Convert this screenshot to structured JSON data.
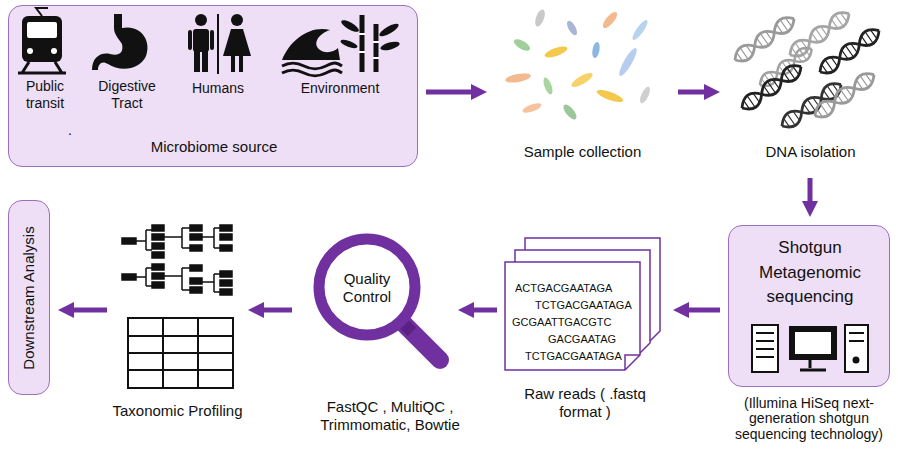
{
  "diagram": {
    "nodes": [
      {
        "text": [
          "Microbiome source"
        ]
      },
      {
        "text": [
          "Sample collection"
        ]
      },
      {
        "text": [
          "DNA isolation"
        ]
      },
      {
        "text": [
          "Shotgun Metagenomic sequencing",
          "(Illumina HiSeq next-generation shotgun sequencing technology)"
        ]
      },
      {
        "text": [
          "ACTGACGAATAGA",
          "TCTGACGAATAGA",
          "GCGAATTGACGTC",
          "GACGAATAG",
          "TCTGACGAATAGA",
          "Raw reads ( .fastq format )"
        ]
      },
      {
        "text": [
          "Quality Control",
          "FastQC , MultiQC , Trimmomatic, Bowtie"
        ]
      },
      {
        "text": [
          "Taxonomic Profiling"
        ]
      },
      {
        "text": [
          "Downstream Analysis"
        ]
      }
    ],
    "edges": [
      {
        "from": 0,
        "to": 1,
        "arrow": "to"
      },
      {
        "from": 1,
        "to": 2,
        "arrow": "to"
      },
      {
        "from": 2,
        "to": 3,
        "arrow": "to"
      },
      {
        "from": 3,
        "to": 4,
        "arrow": "to"
      },
      {
        "from": 4,
        "to": 5,
        "arrow": "to"
      },
      {
        "from": 5,
        "to": 6,
        "arrow": "to"
      },
      {
        "from": 6,
        "to": 7,
        "arrow": "to"
      }
    ],
    "labels": [
      "Public transit",
      ".",
      "Digestive Tract",
      "Humans",
      "Environment"
    ]
  }
}
